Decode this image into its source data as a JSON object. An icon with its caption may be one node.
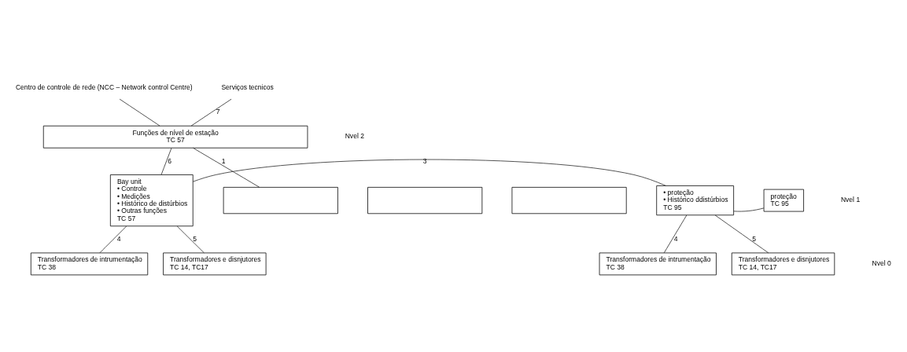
{
  "diagram": {
    "nodes": [
      {
        "text": [
          "Centro de controle de rede (NCC – Network control Centre)"
        ]
      },
      {
        "text": [
          "Serviços tecnicos"
        ]
      },
      {
        "text": [
          "Funções de nível de estação",
          "TC 57"
        ]
      },
      {
        "text": [
          "Bay unit",
          "• Controle",
          "• Medições",
          "• Histórico de distúrbios",
          "• Outras funções",
          "TC 57"
        ]
      },
      {
        "text": [],
        "shape": "box"
      },
      {
        "text": [],
        "shape": "box"
      },
      {
        "text": [],
        "shape": "box"
      },
      {
        "text": [
          "• proteção",
          "• Histórico ddistúrbios",
          "TC 95"
        ]
      },
      {
        "text": [
          "proteção",
          "TC 95"
        ]
      },
      {
        "text": [
          "Transformadores de intrumentação",
          "TC 38"
        ]
      },
      {
        "text": [
          "Transformadores e disnjutores",
          "TC 14, TC17"
        ]
      },
      {
        "text": [
          "Transformadores de intrumentação",
          "TC 38"
        ]
      },
      {
        "text": [
          "Transformadores e disnjutores",
          "TC 14, TC17"
        ]
      }
    ],
    "edges": [
      {
        "from": 0,
        "to": 2,
        "arrow": "none"
      },
      {
        "from": 1,
        "to": 2,
        "arrow": "none",
        "label": "7"
      },
      {
        "from": 2,
        "to": 3,
        "arrow": "none",
        "label": "6"
      },
      {
        "from": 2,
        "to": 4,
        "arrow": "none",
        "label": "1"
      },
      {
        "from": 3,
        "to": 7,
        "arrow": "none",
        "label": "3"
      },
      {
        "from": 7,
        "to": 8,
        "arrow": "none"
      },
      {
        "from": 3,
        "to": 9,
        "arrow": "none",
        "label": "4"
      },
      {
        "from": 3,
        "to": 10,
        "arrow": "none",
        "label": "5"
      },
      {
        "from": 7,
        "to": 11,
        "arrow": "none",
        "label": "4"
      },
      {
        "from": 7,
        "to": 12,
        "arrow": "none",
        "label": "5"
      }
    ],
    "labels": [
      "Nvel 2",
      "Nvel 1",
      "Nvel 0"
    ]
  }
}
